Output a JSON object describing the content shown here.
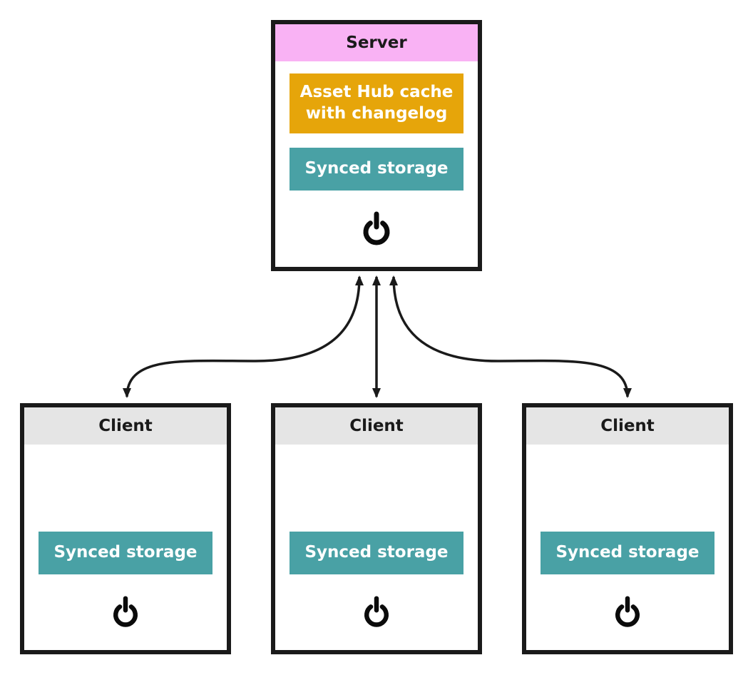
{
  "server": {
    "title": "Server",
    "cache_label": "Asset Hub cache with changelog",
    "storage_label": "Synced storage"
  },
  "clients": [
    {
      "title": "Client",
      "storage_label": "Synced storage"
    },
    {
      "title": "Client",
      "storage_label": "Synced storage"
    },
    {
      "title": "Client",
      "storage_label": "Synced storage"
    }
  ],
  "icons": {
    "power": "power-symbol"
  },
  "colors": {
    "server_header": "#F9B2F4",
    "cache_box": "#E6A50A",
    "storage_box": "#49A1A5",
    "client_header": "#E5E5E5",
    "border": "#1A1A1A",
    "arrow": "#1A1A1A"
  }
}
